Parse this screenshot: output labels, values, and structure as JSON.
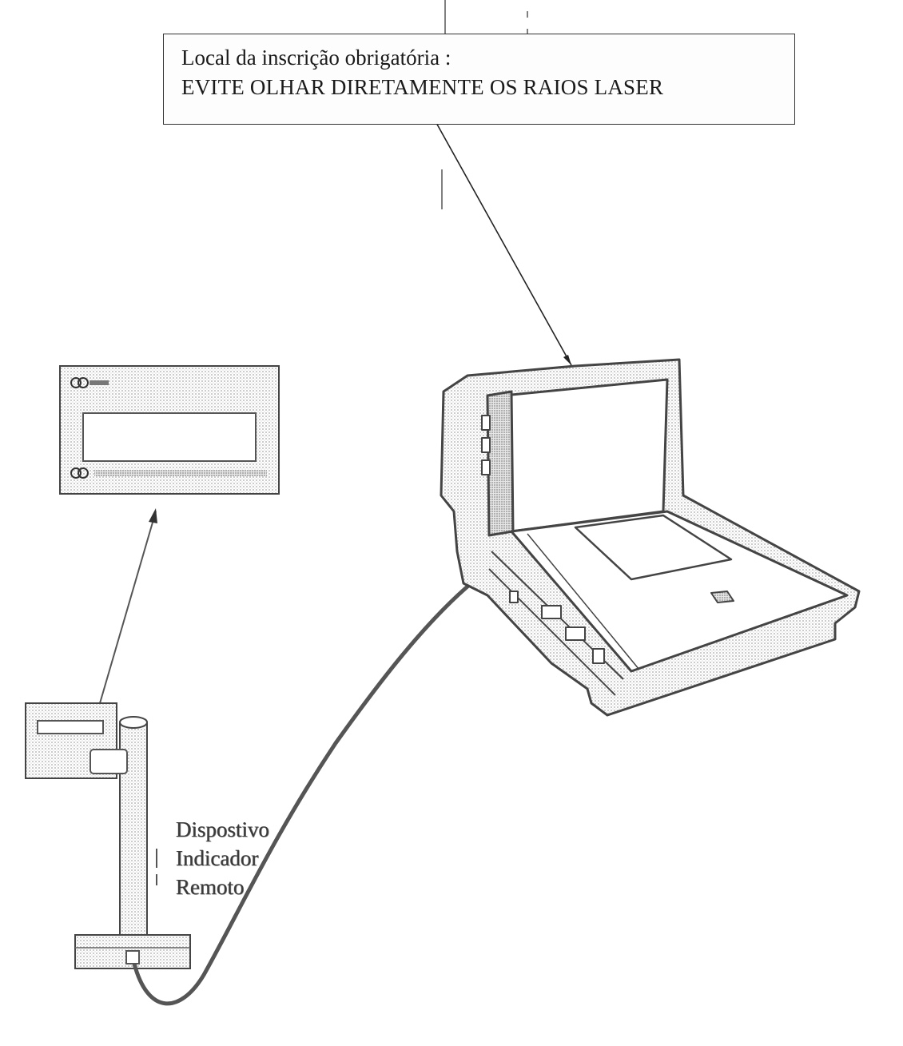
{
  "callout": {
    "line1": "Local da inscrição obrigatória :",
    "line2": "EVITE OLHAR DIRETAMENTE OS RAIOS LASER"
  },
  "remote_display_label": {
    "line1": "Dispostivo",
    "line2": "Indicador",
    "line3": "Remoto"
  },
  "colors": {
    "ink": "#1a1a1a",
    "outline": "#333333",
    "halftone": "#9a9a9a"
  }
}
